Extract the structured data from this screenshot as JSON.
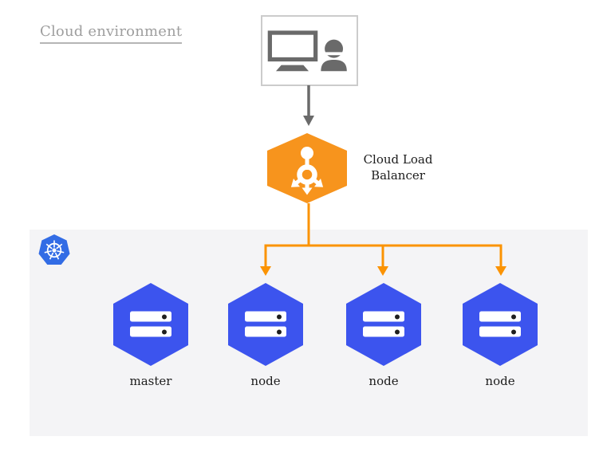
{
  "title": {
    "label": "Cloud environment"
  },
  "load_balancer": {
    "label": "Cloud Load\nBalancer"
  },
  "cluster": {
    "nodes": [
      {
        "label": "master"
      },
      {
        "label": "node"
      },
      {
        "label": "node"
      },
      {
        "label": "node"
      }
    ]
  },
  "icons": {
    "user_workstation": "user-workstation-icon",
    "load_balancer": "load-balancer-icon",
    "kubernetes": "kubernetes-helm-icon",
    "server": "server-rack-icon",
    "down_arrow": "down-arrow-icon"
  },
  "colors": {
    "orange": "#f7941d",
    "arrow-orange": "#fb9303",
    "node-blue": "#3c54ee",
    "k8s-blue": "#326ce5",
    "icon-gray": "#6a6a6a",
    "panel-bg": "#f4f4f6",
    "title-gray": "#9e9e9e",
    "underline-gray": "#b5b5b5",
    "box-border": "#cccccc",
    "text-dark": "#1c1c1c",
    "dot-dark": "#1f1f1f"
  }
}
